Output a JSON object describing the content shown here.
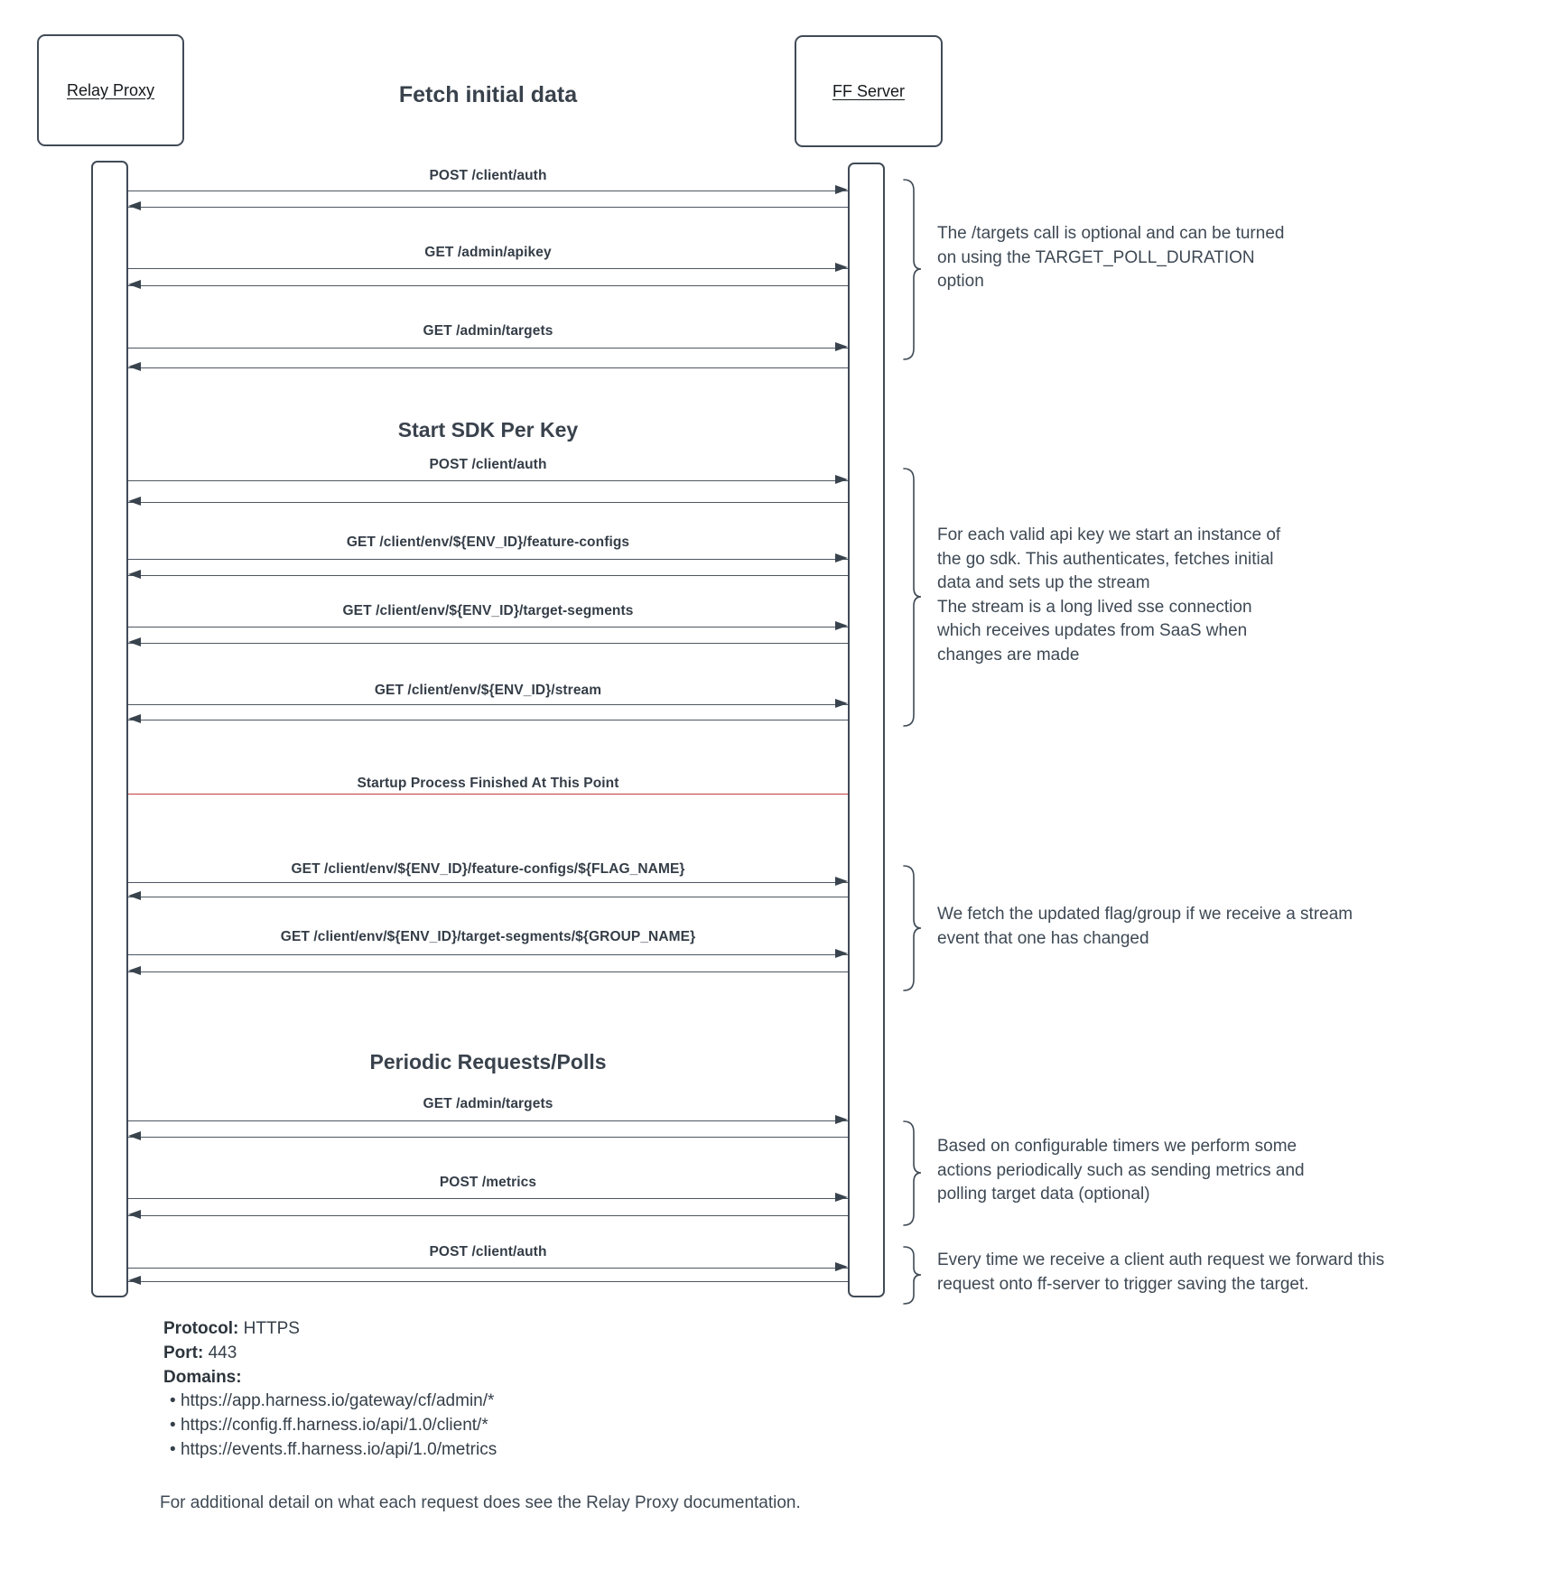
{
  "diagram": {
    "actors": [
      {
        "name": "Relay Proxy"
      },
      {
        "name": "FF Server"
      }
    ],
    "titles": {
      "fetch_initial": "Fetch initial data",
      "start_sdk": "Start SDK Per Key",
      "periodic": "Periodic Requests/Polls"
    },
    "divider": {
      "label": "Startup Process Finished At This Point",
      "color": "#c43c3c"
    },
    "messages": [
      {
        "label": "POST /client/auth"
      },
      {
        "label": "GET /admin/apikey"
      },
      {
        "label": "GET /admin/targets"
      },
      {
        "label": "POST /client/auth"
      },
      {
        "label": "GET /client/env/${ENV_ID}/feature-configs"
      },
      {
        "label": "GET /client/env/${ENV_ID}/target-segments"
      },
      {
        "label": "GET /client/env/${ENV_ID}/stream"
      },
      {
        "label": "GET /client/env/${ENV_ID}/feature-configs/${FLAG_NAME}"
      },
      {
        "label": "GET /client/env/${ENV_ID}/target-segments/${GROUP_NAME}"
      },
      {
        "label": "GET /admin/targets"
      },
      {
        "label": "POST /metrics"
      },
      {
        "label": "POST /client/auth"
      }
    ],
    "annotations": [
      {
        "text": "The /targets call is optional and can be turned\non using the TARGET_POLL_DURATION\noption"
      },
      {
        "text": "For each valid api key we start an instance of\nthe go sdk. This authenticates, fetches initial\ndata and sets up the stream\nThe stream is a long lived sse connection\nwhich receives updates from SaaS when\nchanges are made"
      },
      {
        "text": "We fetch the updated flag/group if we receive a stream\nevent that one has changed"
      },
      {
        "text": "Based on configurable timers we perform some\nactions periodically such as sending metrics and\npolling target data (optional)"
      },
      {
        "text": "Every time we receive a client auth request we forward this\nrequest onto ff-server to trigger saving the target."
      }
    ]
  },
  "footer": {
    "protocol_label": "Protocol:",
    "protocol_value": " HTTPS",
    "port_label": "Port:",
    "port_value": " 443",
    "domains_label": "Domains:",
    "domains": [
      "https://app.harness.io/gateway/cf/admin/*",
      "https://config.ff.harness.io/api/1.0/client/*",
      "https://events.ff.harness.io/api/1.0/metrics"
    ],
    "note": "For additional detail on what each request does see the Relay Proxy documentation."
  },
  "colors": {
    "line": "#4d5761",
    "text": "#3e4954",
    "red": "#c43c3c",
    "border": "#414b57"
  }
}
